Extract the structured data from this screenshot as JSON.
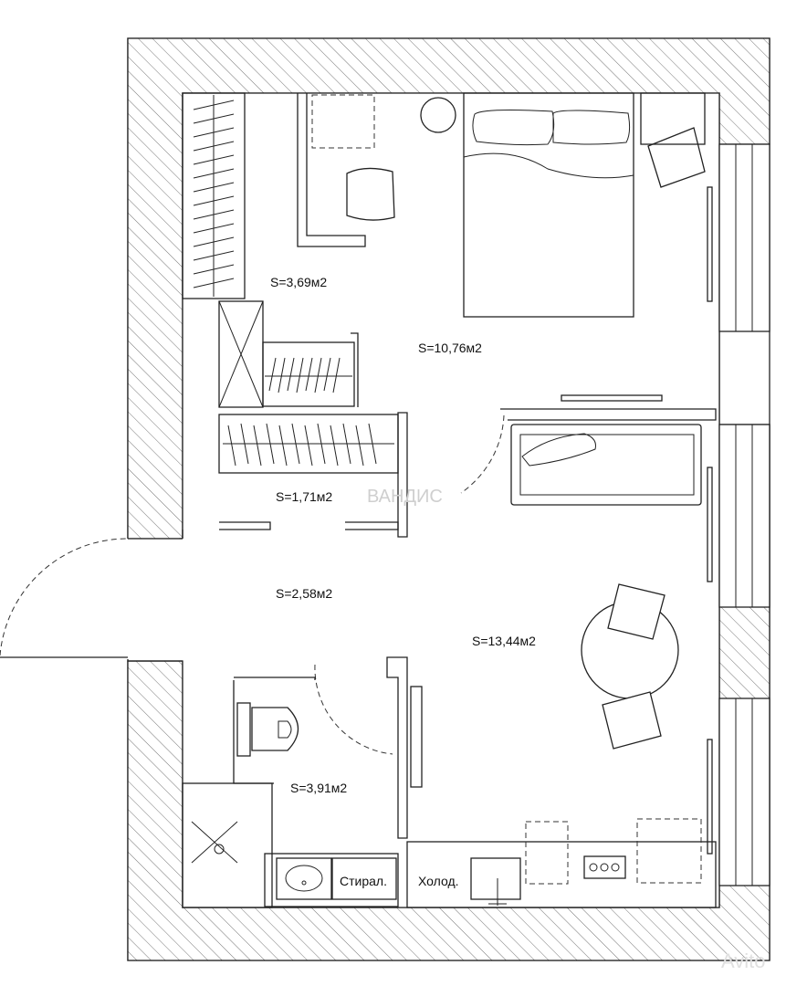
{
  "rooms": {
    "wardrobe_area": "S=3,69м2",
    "bedroom_area": "S=10,76м2",
    "closet_area": "S=1,71м2",
    "hall_area": "S=2,58м2",
    "living_area": "S=13,44м2",
    "bathroom_area": "S=3,91м2"
  },
  "appliances": {
    "washer": "Стирал.",
    "fridge": "Холод."
  },
  "watermark": {
    "listing_source": "ВАНДИС",
    "site_logo": "Avito"
  }
}
